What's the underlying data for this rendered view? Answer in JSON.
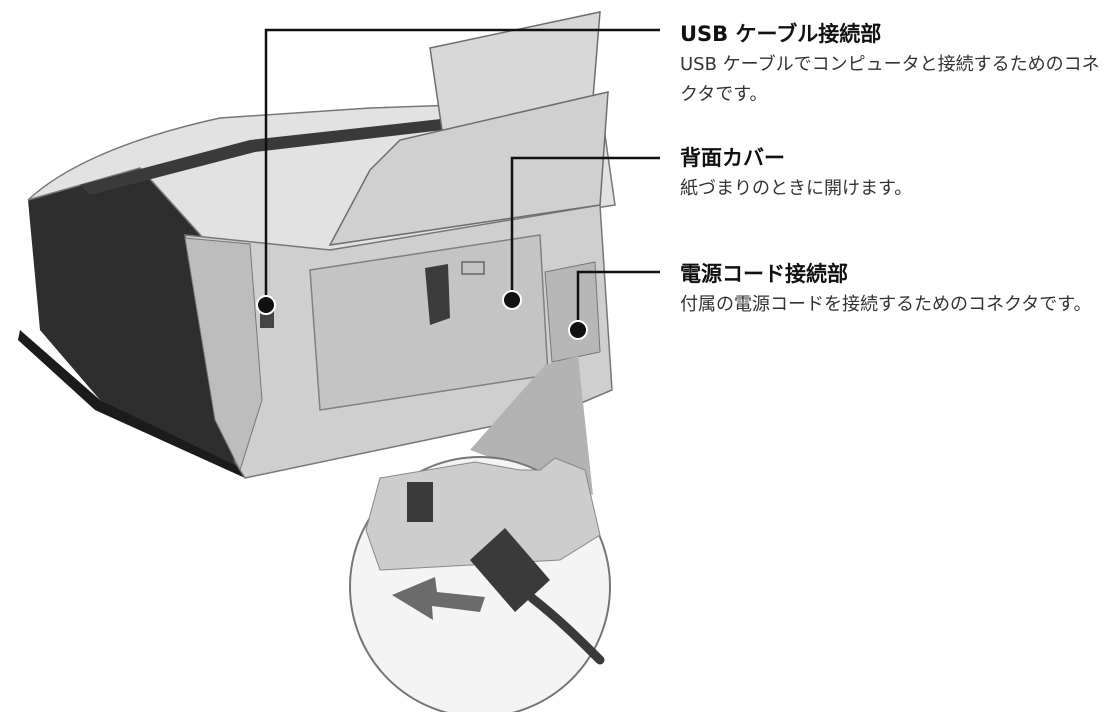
{
  "callouts": [
    {
      "title": "USB ケーブル接続部",
      "desc": "USB ケーブルでコンピュータと接続するためのコネクタです。"
    },
    {
      "title": "背面カバー",
      "desc": "紙づまりのときに開けます。"
    },
    {
      "title": "電源コード接続部",
      "desc": "付属の電源コードを接続するためのコネクタです。"
    }
  ]
}
